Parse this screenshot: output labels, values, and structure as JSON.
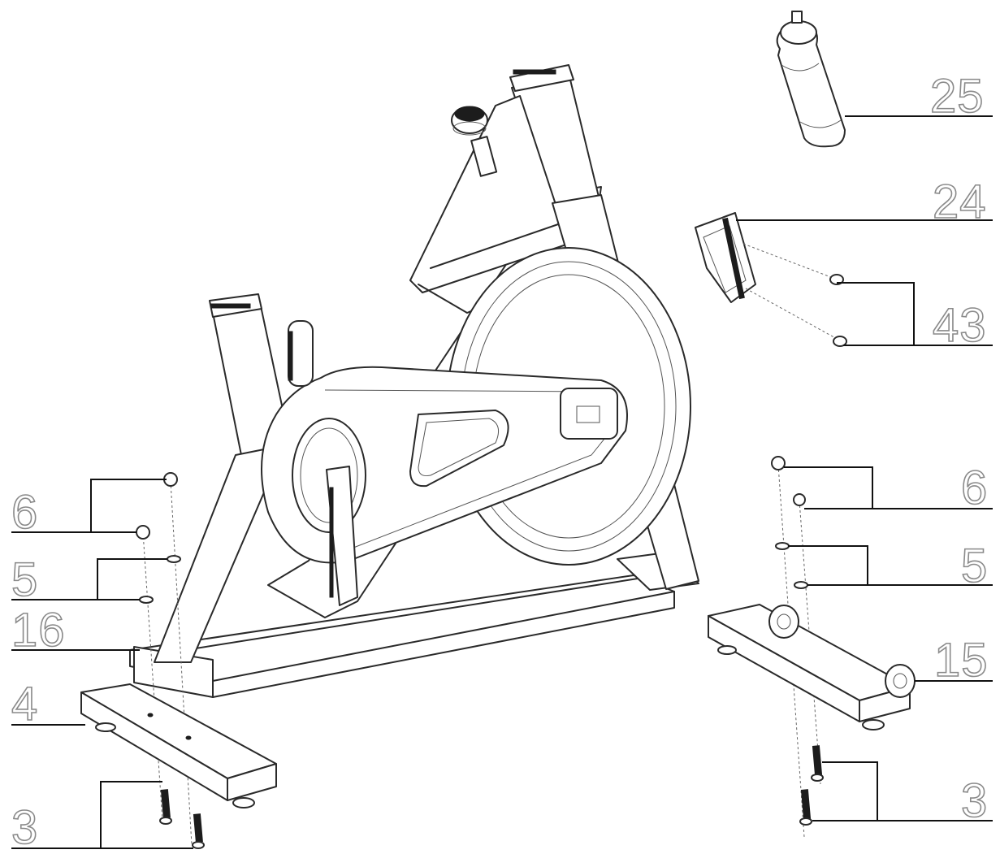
{
  "callouts": {
    "c25": "25",
    "c24": "24",
    "c43": "43",
    "c6_left": "6",
    "c5_left": "5",
    "c16": "16",
    "c4": "4",
    "c3_left": "3",
    "c6_right": "6",
    "c5_right": "5",
    "c15": "15",
    "c3_right": "3"
  }
}
